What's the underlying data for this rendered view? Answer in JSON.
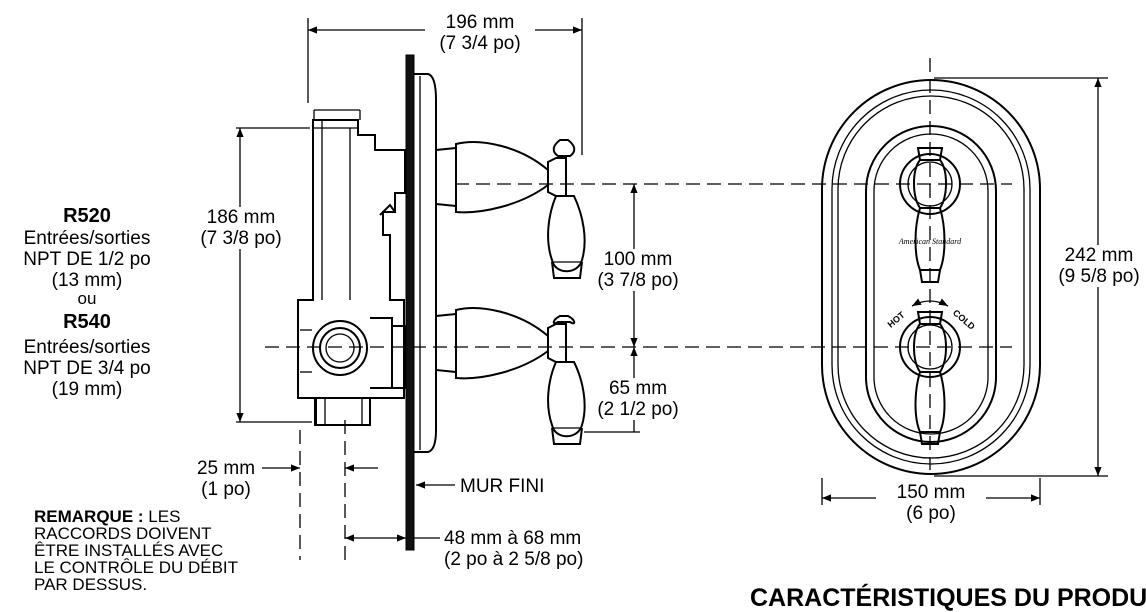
{
  "dimensions": {
    "overall_depth": {
      "metric": "196 mm",
      "imperial": "(7 3/4 po)"
    },
    "body_height": {
      "metric": "186 mm",
      "imperial": "(7 3/8 po)"
    },
    "handle_spacing": {
      "metric": "100 mm",
      "imperial": "(3 7/8 po)"
    },
    "lower_offset": {
      "metric": "65 mm",
      "imperial": "(2 1/2 po)"
    },
    "inlet_offset": {
      "metric": "25 mm",
      "imperial": "(1 po)"
    },
    "wall_range": {
      "metric": "48 mm à 68 mm",
      "imperial": "(2 po à 2 5/8 po)"
    },
    "plate_height": {
      "metric": "242 mm",
      "imperial": "(9 5/8 po)"
    },
    "plate_width": {
      "metric": "150 mm",
      "imperial": "(6 po)"
    }
  },
  "models": {
    "r520": {
      "code": "R520",
      "line1": "Entrées/sorties",
      "line2": "NPT DE 1/2 po",
      "line3": "(13 mm)"
    },
    "separator": "ou",
    "r540": {
      "code": "R540",
      "line1": "Entrées/sorties",
      "line2": "NPT DE 3/4 po",
      "line3": "(19 mm)"
    }
  },
  "wall_label": "MUR FINI",
  "note": {
    "label": "REMARQUE :",
    "line1": "LES",
    "line2": "RACCORDS DOIVENT",
    "line3": "ÊTRE INSTALLÉS AVEC",
    "line4": "LE CONTRÔLE DU DÉBIT",
    "line5": "PAR DESSUS."
  },
  "trim": {
    "brand": "American Standard",
    "hot": "HOT",
    "cold": "COLD"
  },
  "section_heading": "CARACTÉRISTIQUES DU PRODUIT :"
}
